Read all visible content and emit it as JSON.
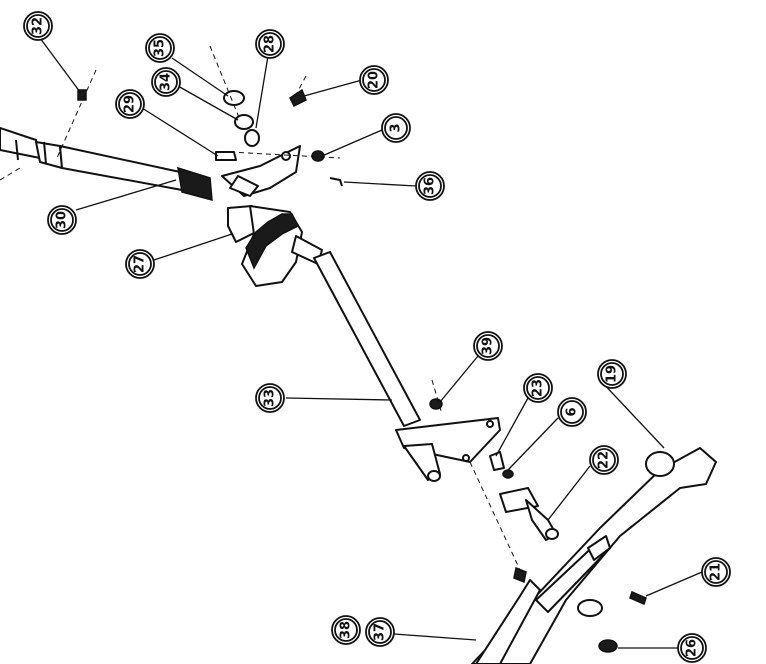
{
  "callouts": [
    {
      "id": "32",
      "label": "32"
    },
    {
      "id": "35",
      "label": "35"
    },
    {
      "id": "28",
      "label": "28"
    },
    {
      "id": "34",
      "label": "34"
    },
    {
      "id": "20",
      "label": "20"
    },
    {
      "id": "29",
      "label": "29"
    },
    {
      "id": "3",
      "label": "3"
    },
    {
      "id": "36",
      "label": "36"
    },
    {
      "id": "30",
      "label": "30"
    },
    {
      "id": "27",
      "label": "27"
    },
    {
      "id": "39",
      "label": "39"
    },
    {
      "id": "33",
      "label": "33"
    },
    {
      "id": "23",
      "label": "23"
    },
    {
      "id": "19",
      "label": "19"
    },
    {
      "id": "6",
      "label": "6"
    },
    {
      "id": "22",
      "label": "22"
    },
    {
      "id": "21",
      "label": "21"
    },
    {
      "id": "38",
      "label": "38"
    },
    {
      "id": "37",
      "label": "37"
    },
    {
      "id": "26",
      "label": "26"
    }
  ],
  "colors": {
    "ink": "#111111",
    "paper": "#ffffff"
  }
}
